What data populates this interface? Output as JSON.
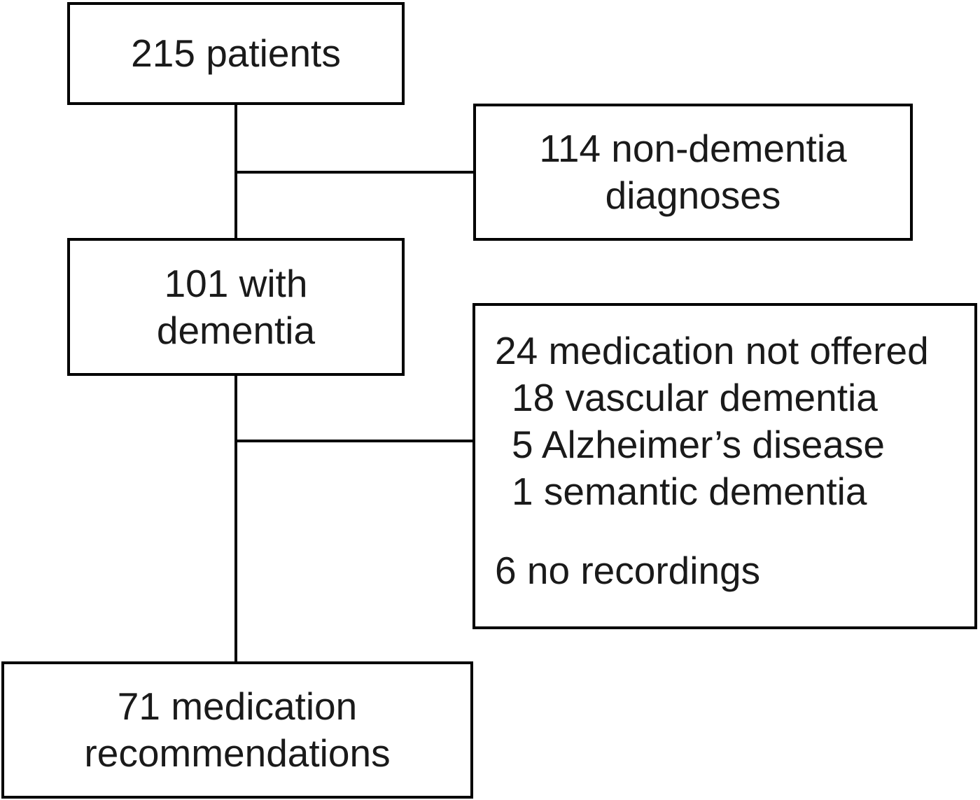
{
  "diagram": {
    "colors": {
      "stroke": "#000000",
      "text": "#1a1a1a",
      "background": "#ffffff"
    },
    "boxes": {
      "patients": {
        "line1": "215 patients"
      },
      "non_dementia": {
        "line1": "114 non-dementia",
        "line2": "diagnoses"
      },
      "dementia": {
        "line1": "101 with",
        "line2": "dementia"
      },
      "excluded": {
        "line1": "24 medication not offered",
        "line2": "18 vascular dementia",
        "line3": "5 Alzheimer’s disease",
        "line4": "1 semantic dementia",
        "line5": "6 no recordings"
      },
      "recommendations": {
        "line1": "71 medication",
        "line2": "recommendations"
      }
    },
    "edges": [
      {
        "from": "patients",
        "to": "non_dementia"
      },
      {
        "from": "patients",
        "to": "dementia"
      },
      {
        "from": "dementia",
        "to": "excluded"
      },
      {
        "from": "dementia",
        "to": "recommendations"
      }
    ]
  }
}
